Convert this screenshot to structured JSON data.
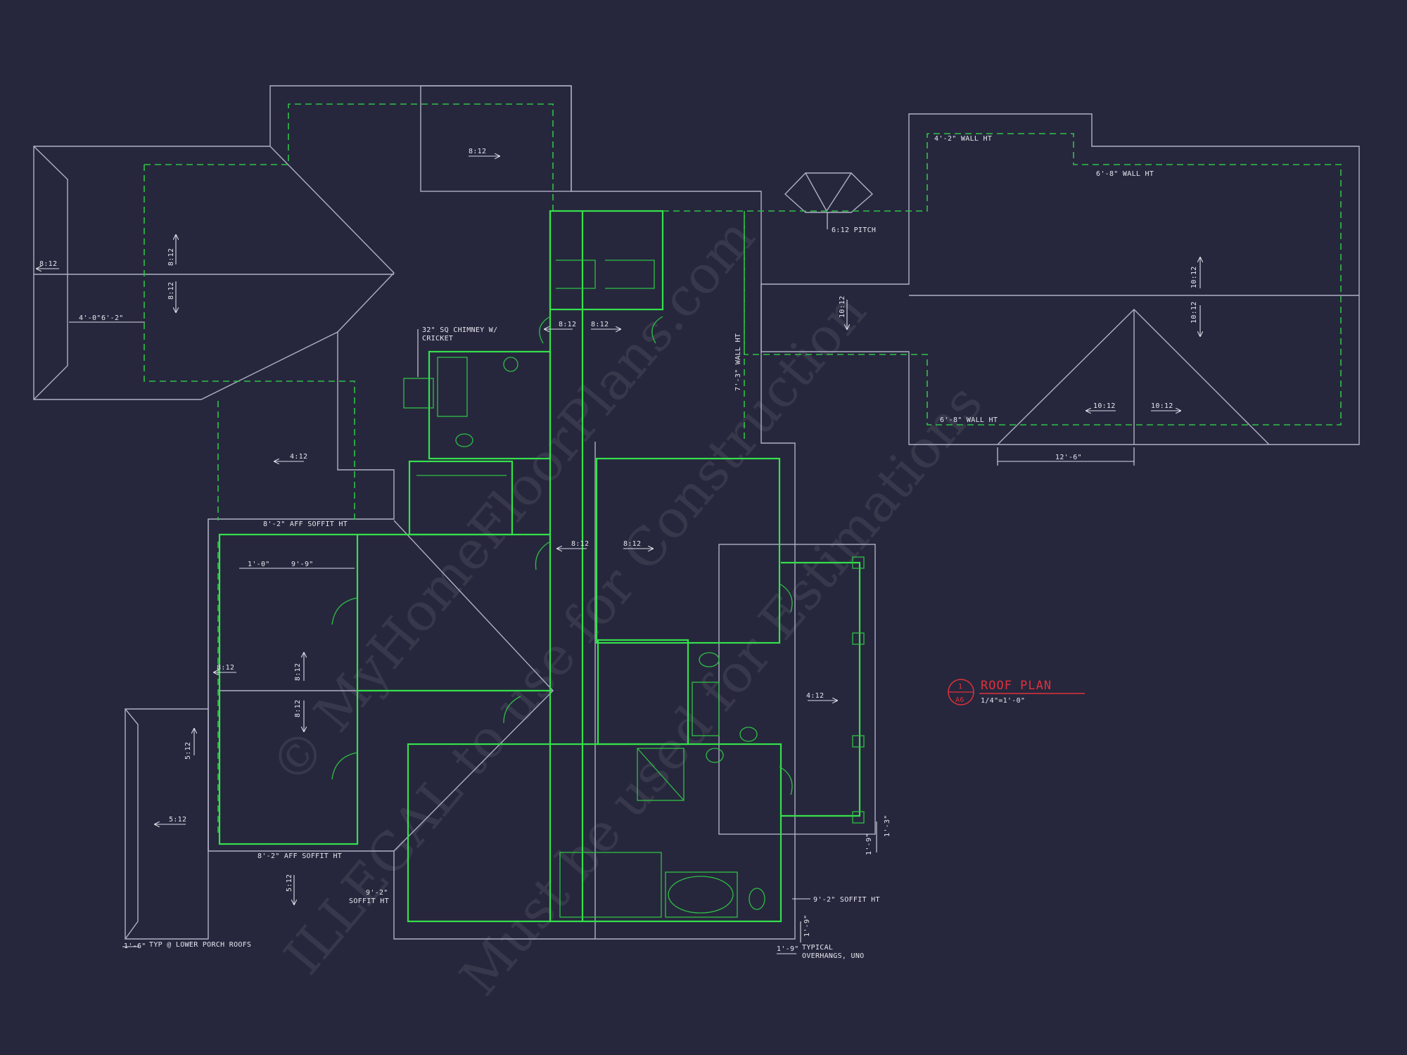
{
  "plan_title": "ROOF PLAN",
  "plan_scale": "1/4\"=1'-0\"",
  "sheet_detail_number": "1",
  "sheet_reference": "A6",
  "watermark_lines": [
    "© MyHomeFloorPlans.com",
    "ILLEGAL to use for Construction",
    "Must be used for Estimations"
  ],
  "pitch_labels": {
    "top_center": "8:12",
    "left_wing_left": "8:12",
    "left_wing_up": "8:12",
    "left_wing_down": "8:12",
    "mid_left": "4:12",
    "stair_left": "8:12",
    "stair_right": "8:12",
    "center_left": "8:12",
    "center_right": "8:12",
    "bedroom_left": "8:12",
    "bedroom_up": "8:12",
    "bedroom_down": "8:12",
    "porch_right": "4:12",
    "lower_porch_up": "5:12",
    "lower_porch_left": "5:12",
    "lower_porch_down": "5:12",
    "east_wing_left": "10:12",
    "east_wing_up": "10:12",
    "east_wing_down": "10:12",
    "east_gable_left": "10:12",
    "east_gable_right": "10:12"
  },
  "notes": {
    "chimney_line1": "32\" SQ CHIMNEY W/",
    "chimney_line2": "CRICKET",
    "wall_ht_top": "4'-2\" WALL HT",
    "wall_ht_right": "6'-8\" WALL HT",
    "wall_ht_bottom": "6'-8\" WALL HT",
    "pitch_612": "6:12 PITCH",
    "wall_ht_vertical": "7'-3\" WALL HT",
    "soffit_top": "8'-2\" AFF SOFFIT HT",
    "soffit_bottom": "8'-2\" AFF SOFFIT HT",
    "soffit_left_line1": "9'-2\"",
    "soffit_left_line2": "SOFFIT HT",
    "soffit_right": "9'-2\" SOFFIT HT",
    "typical_line1": "TYPICAL",
    "typical_line2": "OVERHANGS, UNO",
    "typ_lower_porch": "TYP @ LOWER PORCH ROOFS"
  },
  "dimensions": {
    "left_a": "4'-0\"",
    "left_b": "6'-2\"",
    "bedroom_a": "1'-0\"",
    "bedroom_b": "9'-9\"",
    "east_span": "12'-6\"",
    "overhang_bottom_left": "1'-6\"",
    "overhang_bottom_right": "1'-9\"",
    "overhang_vertical": "1'-9\"",
    "porch_dim_a": "1'-3\"",
    "porch_dim_b": "1'-9\""
  },
  "colors": {
    "background": "#26273c",
    "roof_lines": "#aeb0c4",
    "walls": "#35e04c",
    "text": "#e6e7ef",
    "title": "#e0303c"
  }
}
